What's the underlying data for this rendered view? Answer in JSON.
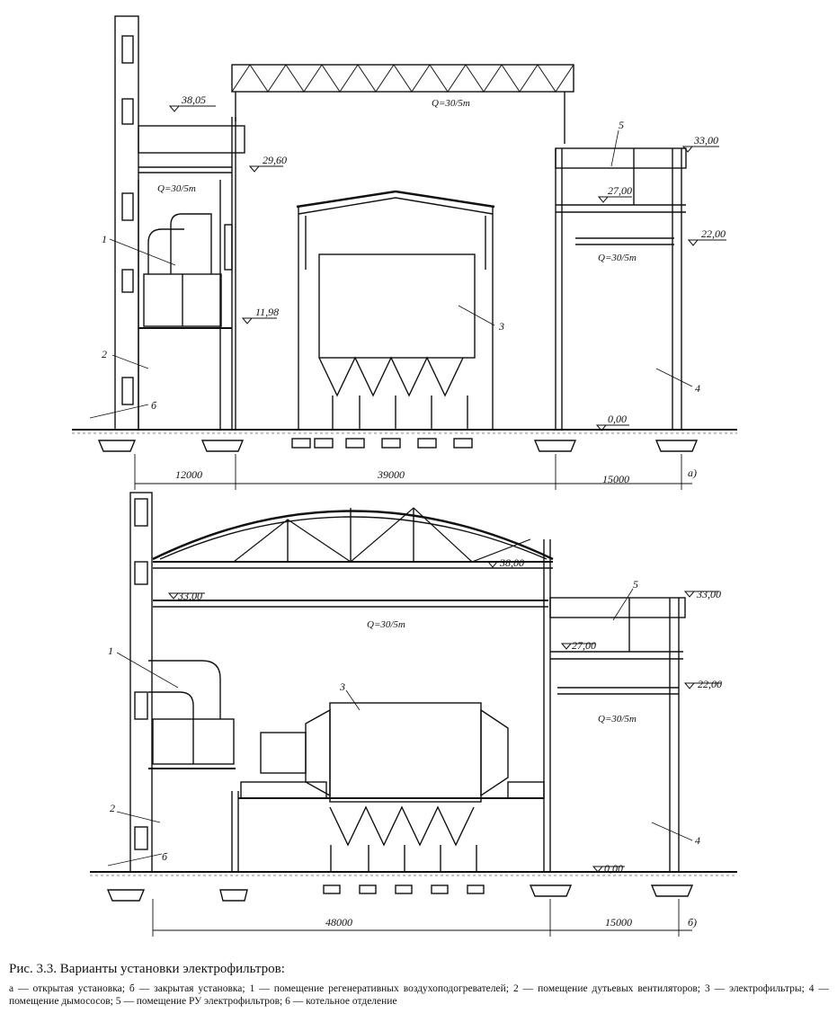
{
  "figure_a": {
    "marks": {
      "m1": "38,05",
      "m2": "29,60",
      "m3": "11,98",
      "m4": "33,00",
      "m5": "27,00",
      "m6": "22,00",
      "m7": "0,00"
    },
    "crane1": "Q=30/5т",
    "crane2": "Q=30/5т",
    "crane3": "Q=30/5т",
    "dims": {
      "d1": "12000",
      "d2": "39000",
      "d3": "15000"
    },
    "callouts": {
      "c1": "1",
      "c2": "2",
      "c3": "3",
      "c4": "4",
      "c5": "5",
      "c6": "б"
    },
    "tag": "а)"
  },
  "figure_b": {
    "marks": {
      "m1": "38,00",
      "m2": "33,00",
      "m3": "33,00",
      "m4": "27,00",
      "m5": "22,00",
      "m6": "0,00"
    },
    "crane1": "Q=30/5т",
    "crane2": "Q=30/5т",
    "dims": {
      "d1": "48000",
      "d2": "15000"
    },
    "callouts": {
      "c1": "1",
      "c2": "2",
      "c3": "3",
      "c4": "4",
      "c5": "5",
      "c6": "б"
    },
    "tag": "б)"
  },
  "caption": {
    "title": "Рис. 3.3. Варианты установки электрофильтров:",
    "legend": "а — открытая установка; б — закрытая установка; 1 — помещение регенеративных воздухоподогревателей; 2 — помещение дутьевых вентиляторов; 3 — электрофильтры; 4 — помещение дымососов; 5 — помещение РУ электрофильтров; 6 — котельное отделение"
  }
}
